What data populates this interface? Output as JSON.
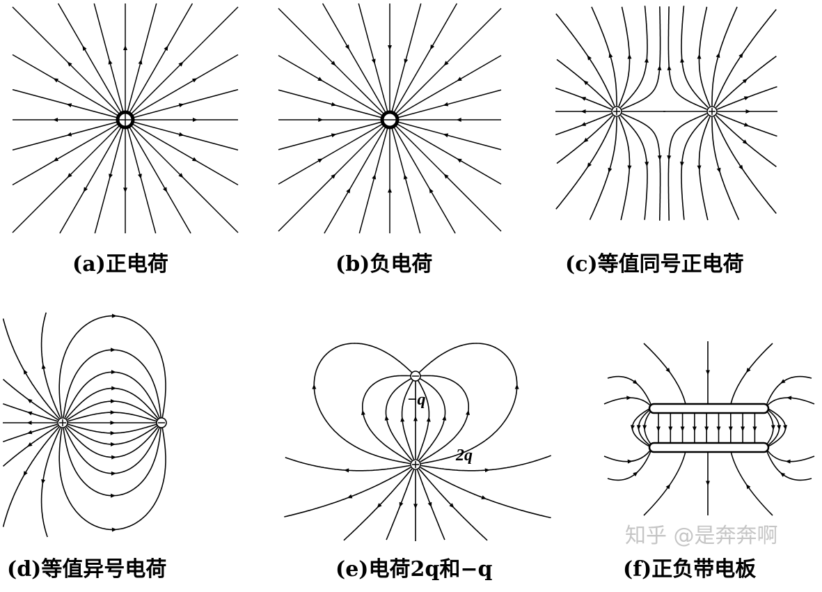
{
  "panels": [
    {
      "id": "a",
      "caption": "(a)正电荷"
    },
    {
      "id": "b",
      "caption": "(b)负电荷"
    },
    {
      "id": "c",
      "caption": "(c)等值同号正电荷"
    },
    {
      "id": "d",
      "caption": "(d)等值异号电荷"
    },
    {
      "id": "e",
      "caption": "(e)电荷2q和−q",
      "charge_labels": [
        "−q",
        "2q"
      ]
    },
    {
      "id": "f",
      "caption": "(f)正负带电板"
    }
  ],
  "watermark": "知乎 @是奔奔啊"
}
